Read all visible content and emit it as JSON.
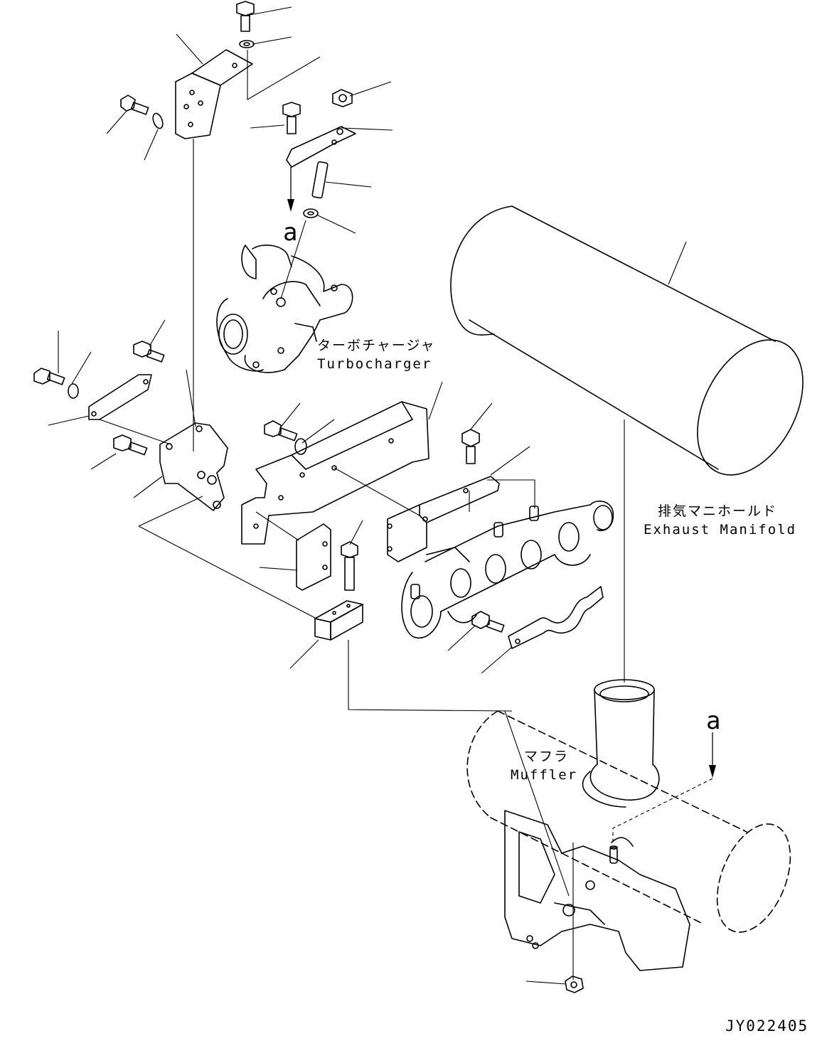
{
  "labels": {
    "turbocharger_jp": "ターボチャージャ",
    "turbocharger_en": "Turbocharger",
    "exhaust_manifold_jp": "排気マニホールド",
    "exhaust_manifold_en": "Exhaust Manifold",
    "muffler_jp": "マフラ",
    "muffler_en": "Muffler",
    "ref_a_top": "a",
    "ref_a_right": "a",
    "drawing_code": "JY022405"
  }
}
